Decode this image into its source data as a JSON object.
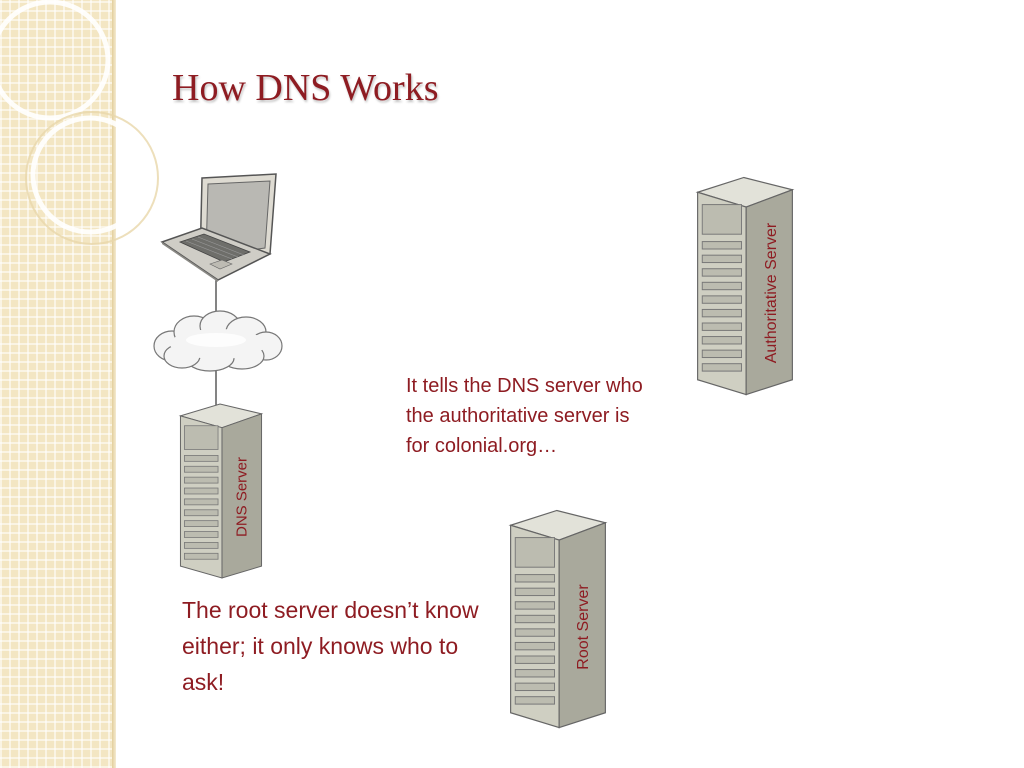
{
  "slide": {
    "title": "How DNS Works",
    "colors": {
      "accent": "#8e1c22",
      "sidebar": "#f3e6c3",
      "server": "#cfcfc2"
    }
  },
  "icons": [
    "laptop-icon",
    "cloud-icon",
    "server-icon"
  ],
  "servers": {
    "dns": {
      "label": "DNS Server"
    },
    "authoritative": {
      "label": "Authoritative Server"
    },
    "root": {
      "label": "Root Server"
    }
  },
  "notes": {
    "authoritative": "It tells the DNS server who the authoritative server is for colonial.org…",
    "root": "The root server doesn’t know either; it only knows who to ask!"
  }
}
